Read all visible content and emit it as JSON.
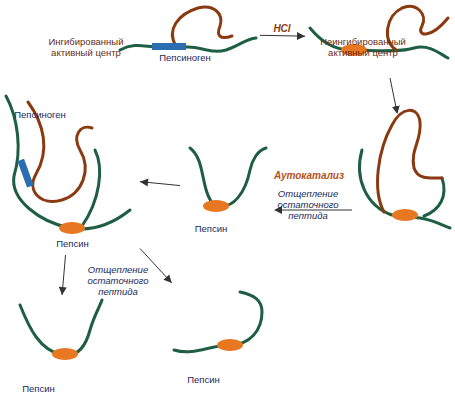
{
  "diagram": {
    "nodes": [
      {
        "text": [
          "Пепсиноген"
        ]
      },
      {
        "text": [
          "Неингибированный активный центр"
        ]
      },
      {
        "text": [
          "Пепсин"
        ]
      },
      {
        "text": [
          "Пепсиноген",
          "Пепсин"
        ]
      },
      {
        "text": [
          "Пепсин"
        ]
      },
      {
        "text": [
          "Пепсин"
        ]
      }
    ],
    "edges": [
      {
        "from": 0,
        "to": 1,
        "label": "HCl",
        "arrow": "to"
      },
      {
        "from": 2,
        "to": 3,
        "arrow": "to"
      },
      {
        "from": 3,
        "to": 4,
        "label": "Отщепление остаточного пептида",
        "arrow": "to"
      },
      {
        "from": 3,
        "to": 5,
        "arrow": "to"
      }
    ],
    "labels": [
      "Ингибированный активный центр",
      "Аутокатализ",
      "Отщепление остаточного пептида"
    ]
  }
}
